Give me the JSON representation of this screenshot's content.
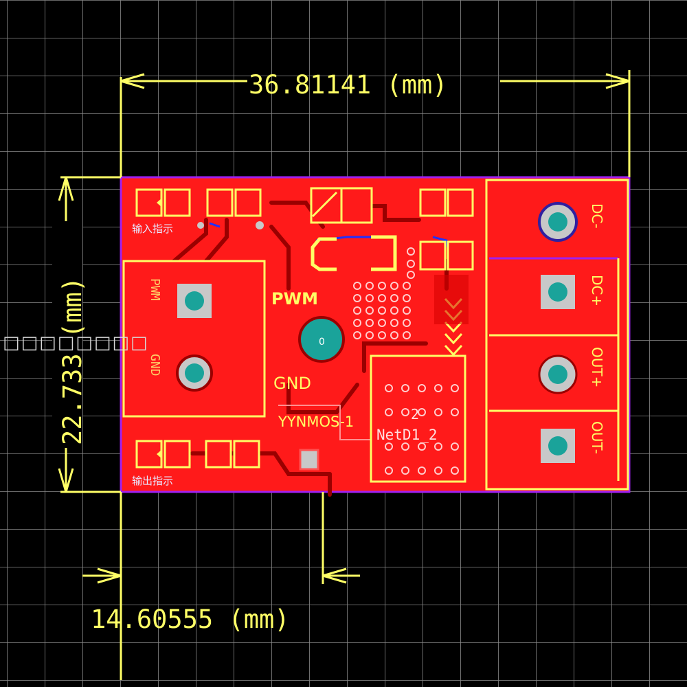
{
  "theme": {
    "background": "#000000",
    "grid": "#8a8a8a",
    "dimension": "#ffff66",
    "copper": "#ff1a1a",
    "copper_dark": "#d40000",
    "outline": "#a020f0",
    "pad": "#c8c8c8",
    "via": "#1aa39a",
    "trace": "#9a0000"
  },
  "dimensions": {
    "width": "36.81141 (mm)",
    "height": "22.733 (mm)",
    "offset": "14.60555 (mm)"
  },
  "labels": {
    "pwm": "PWM",
    "gnd": "GND",
    "part": "YYNMOS-1",
    "net": "NetD1_2",
    "pad_number": "2",
    "input_indicator": "输入指示",
    "output_indicator": "输出指示",
    "via_zero": "0",
    "left_pwm": "PWM",
    "left_gnd": "GND"
  },
  "terminals": [
    {
      "label": "DC-"
    },
    {
      "label": "DC+"
    },
    {
      "label": "OUT+"
    },
    {
      "label": "OUT-"
    }
  ],
  "overlay": {
    "glyphs": "□□□□□□□□"
  }
}
